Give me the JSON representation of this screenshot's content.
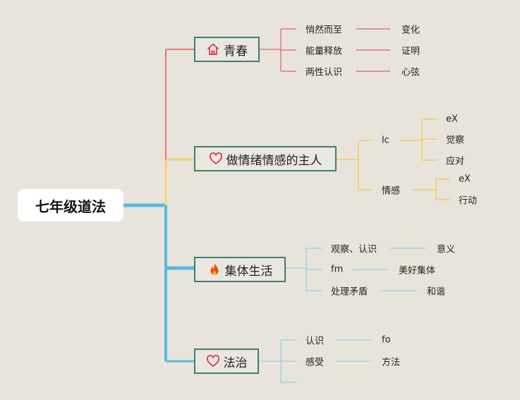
{
  "root": {
    "label": "七年级道法"
  },
  "branches": [
    {
      "id": "b1",
      "label": "青春",
      "icon": "home-icon",
      "color": "#e07878",
      "children": [
        {
          "id": "b1c1",
          "label": "悄然而至",
          "children": [
            {
              "id": "b1c1g1",
              "label": "变化"
            }
          ]
        },
        {
          "id": "b1c2",
          "label": "能量释放",
          "children": [
            {
              "id": "b1c2g1",
              "label": "证明"
            }
          ]
        },
        {
          "id": "b1c3",
          "label": "两性认识",
          "children": [
            {
              "id": "b1c3g1",
              "label": "心弦"
            }
          ]
        }
      ]
    },
    {
      "id": "b2",
      "label": "做情绪情感的主人",
      "icon": "heart-icon",
      "color": "#f5d27a",
      "children": [
        {
          "id": "b2c1",
          "label": "lc",
          "children": [
            {
              "id": "b2c1g1",
              "label": "eX"
            },
            {
              "id": "b2c1g2",
              "label": "觉察"
            },
            {
              "id": "b2c1g3",
              "label": "应对"
            }
          ]
        },
        {
          "id": "b2c2",
          "label": "情感",
          "children": [
            {
              "id": "b2c2g1",
              "label": "eX"
            },
            {
              "id": "b2c2g2",
              "label": "行动"
            }
          ]
        }
      ]
    },
    {
      "id": "b3",
      "label": "集体生活",
      "icon": "fire-icon",
      "color": "#9ed3e0",
      "children": [
        {
          "id": "b3c1",
          "label": "观察、认识",
          "children": [
            {
              "id": "b3c1g1",
              "label": "意义"
            }
          ]
        },
        {
          "id": "b3c2",
          "label": "fm",
          "children": [
            {
              "id": "b3c2g1",
              "label": "美好集体"
            }
          ]
        },
        {
          "id": "b3c3",
          "label": "处理矛盾",
          "children": [
            {
              "id": "b3c3g1",
              "label": "和谐"
            }
          ]
        }
      ]
    },
    {
      "id": "b4",
      "label": "法治",
      "icon": "heart-icon",
      "color": "#8ec6df",
      "children": [
        {
          "id": "b4c1",
          "label": "认识",
          "children": [
            {
              "id": "b4c1g1",
              "label": "fo"
            }
          ]
        },
        {
          "id": "b4c2",
          "label": "感受",
          "children": [
            {
              "id": "b4c2g1",
              "label": "方法"
            }
          ]
        }
      ]
    }
  ],
  "colors": {
    "background": "#e8e4dc",
    "branch_border": "#3f7f6e",
    "trunk_blue": "#5ab8e0",
    "red_line": "#e07878",
    "yellow_line": "#f5d27a",
    "light_blue_line": "#9ed3e0",
    "home_icon": "#d63a55",
    "heart_icon": "#d63a55",
    "fire_icon": "#ee4a12"
  }
}
